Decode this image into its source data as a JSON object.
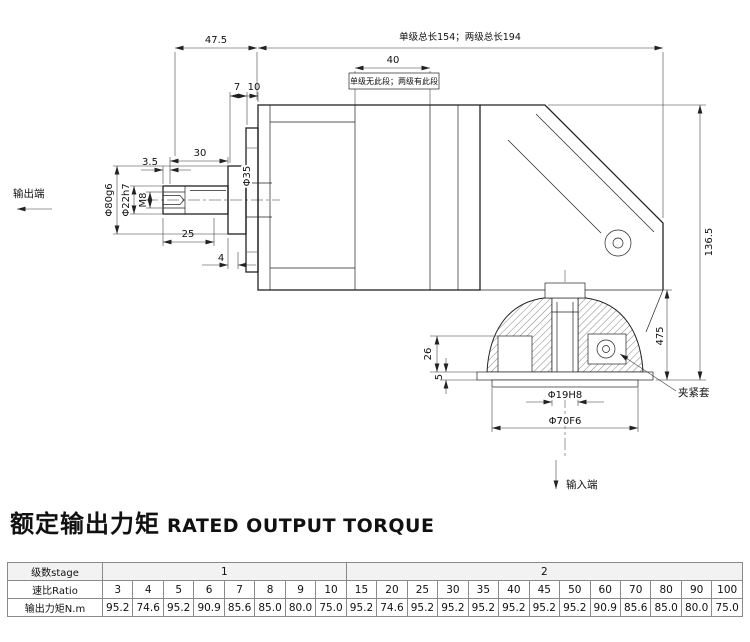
{
  "drawing": {
    "ports": {
      "output": "输出端",
      "input": "输入端"
    },
    "callouts": {
      "clamp_sleeve": "夹紧套"
    },
    "notes": {
      "total_length": "单级总长154；两级总长194",
      "stage_segment": "单级无此段；两级有此段"
    },
    "dims": {
      "len_47_5": "47.5",
      "len_40": "40",
      "len_7": "7",
      "len_10": "10",
      "len_3_5": "3.5",
      "len_30": "30",
      "dia_80": "Φ80g6",
      "dia_22": "Φ22h7",
      "thread_m8": "M8",
      "len_25": "25",
      "len_4": "4",
      "dia_35": "Φ35",
      "height_136_5": "136.5",
      "len_475": "475",
      "len_26": "26",
      "len_5": "5",
      "dia_19": "Φ19H8",
      "dia_70": "Φ70F6"
    }
  },
  "title": {
    "zh": "额定输出力矩",
    "en": "RATED OUTPUT TORQUE"
  },
  "table": {
    "row_headers": [
      "级数stage",
      "速比Ratio",
      "输出力矩N.m"
    ],
    "stages": {
      "stage1": "1",
      "stage2": "2"
    },
    "stage1": {
      "ratios": [
        "3",
        "4",
        "5",
        "6",
        "7",
        "8",
        "9",
        "10"
      ],
      "torques": [
        "95.2",
        "74.6",
        "95.2",
        "90.9",
        "85.6",
        "85.0",
        "80.0",
        "75.0"
      ]
    },
    "stage2": {
      "ratios": [
        "15",
        "20",
        "25",
        "30",
        "35",
        "40",
        "45",
        "50",
        "60",
        "70",
        "80",
        "90",
        "100"
      ],
      "torques": [
        "95.2",
        "74.6",
        "95.2",
        "95.2",
        "95.2",
        "95.2",
        "95.2",
        "95.2",
        "90.9",
        "85.6",
        "85.0",
        "80.0",
        "75.0"
      ]
    }
  }
}
